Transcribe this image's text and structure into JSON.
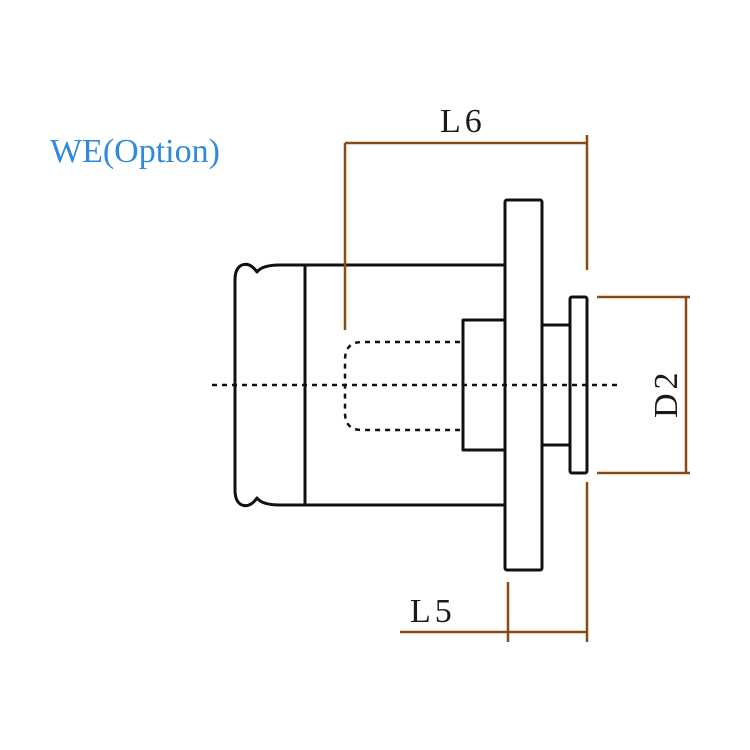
{
  "title": "WE(Option)",
  "dimensions": {
    "l6": "L6",
    "l5": "L5",
    "d2": "D2"
  },
  "colors": {
    "title": "#2e8ae0",
    "outline": "#111111",
    "dimension": "#8b4a12"
  }
}
